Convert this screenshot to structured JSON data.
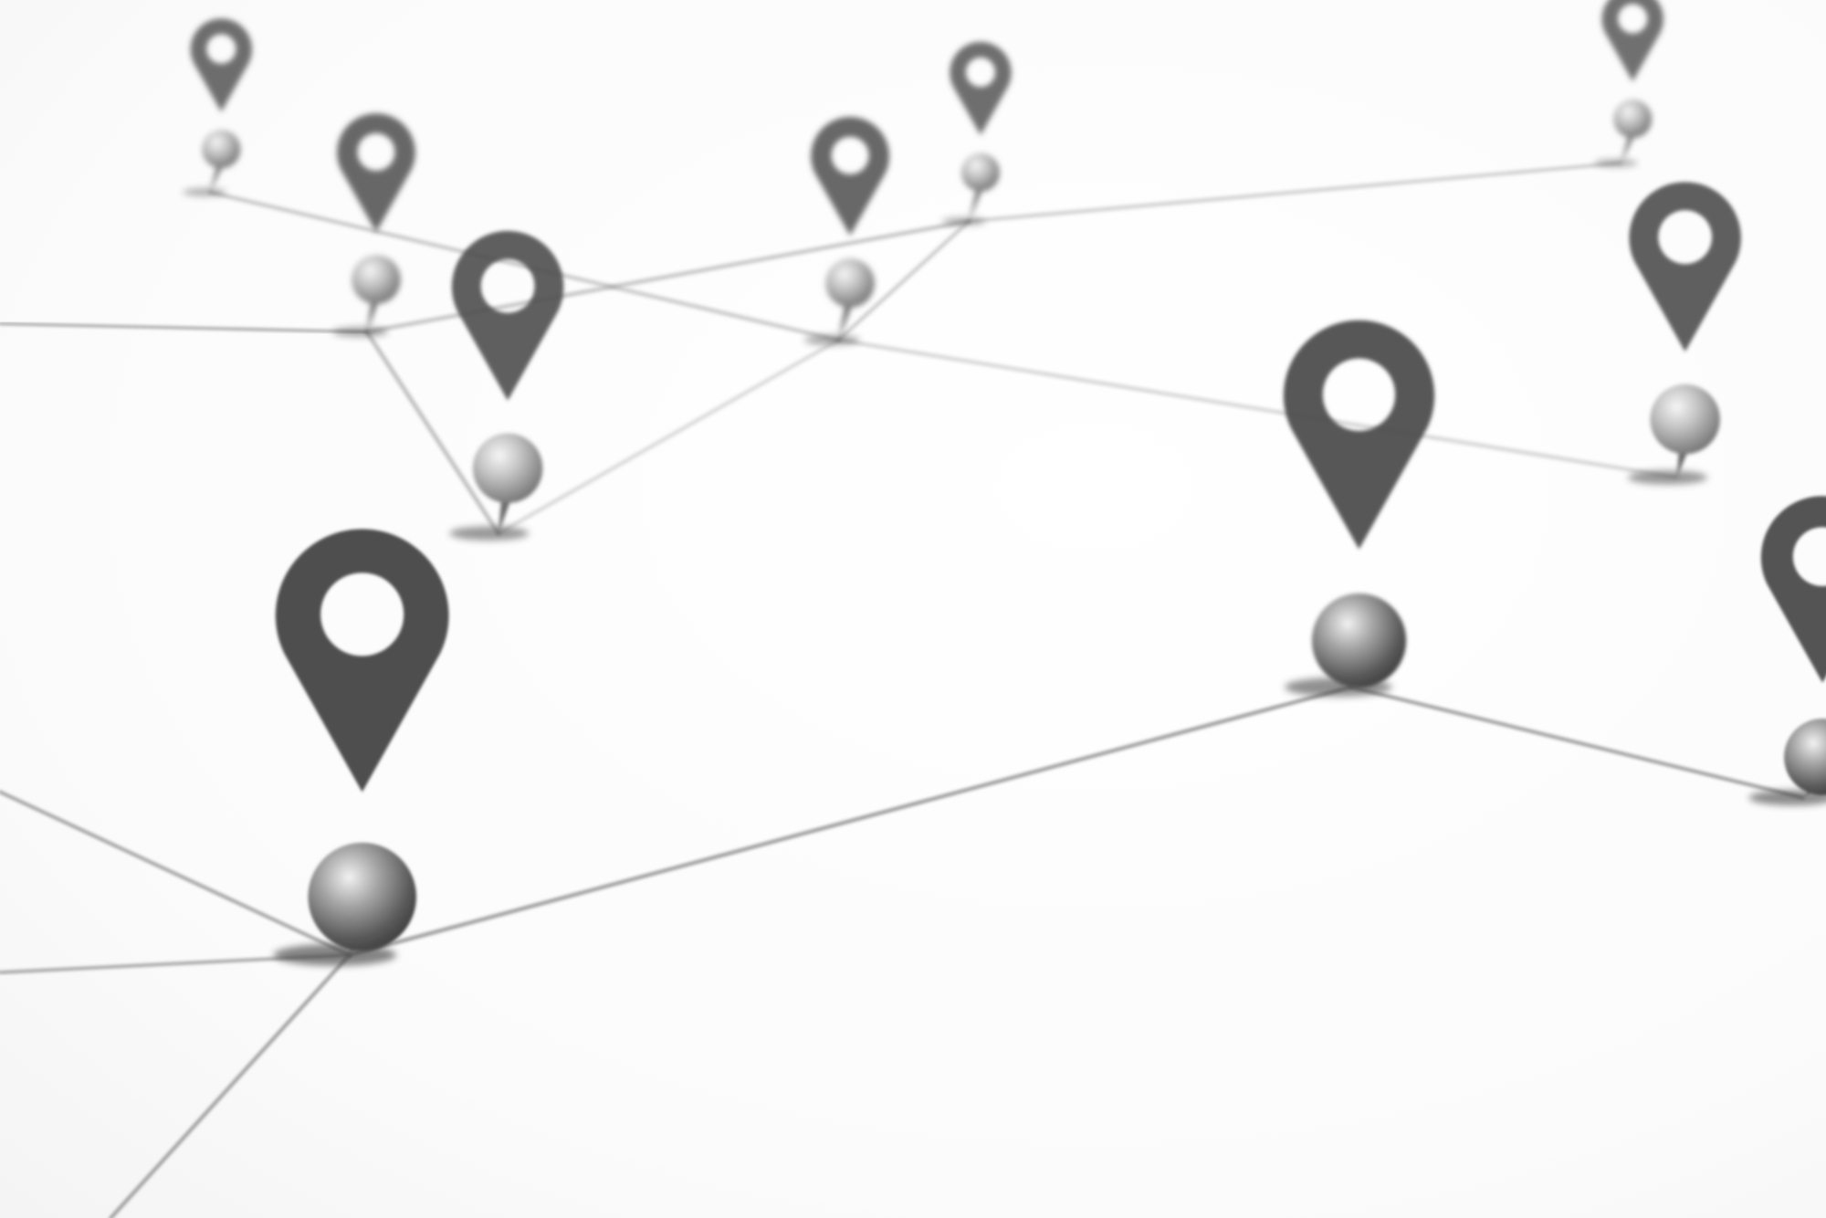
{
  "image": {
    "kind": "photograph",
    "background_color": "#ffffff",
    "pin_color": "#4a4a4a",
    "ball_color": "#7a7a7a",
    "line_color": "#8a8a8a"
  },
  "icons": {
    "pin": "map-pin-icon",
    "ball": "sphere-node",
    "link": "network-line"
  }
}
